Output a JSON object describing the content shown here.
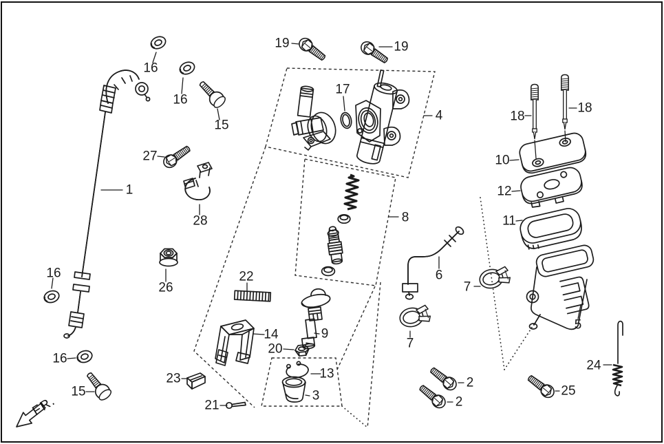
{
  "figure": {
    "fr_label": "FR.",
    "line_color": "#1c1c1c",
    "background": "#ffffff",
    "callouts": [
      "19",
      "19",
      "17",
      "4",
      "18",
      "18",
      "10",
      "12",
      "11",
      "16",
      "16",
      "15",
      "27",
      "28",
      "1",
      "26",
      "16",
      "16",
      "15",
      "22",
      "14",
      "9",
      "20",
      "13",
      "3",
      "23",
      "21",
      "8",
      "6",
      "7",
      "7",
      "5",
      "24",
      "25",
      "2",
      "2"
    ]
  }
}
